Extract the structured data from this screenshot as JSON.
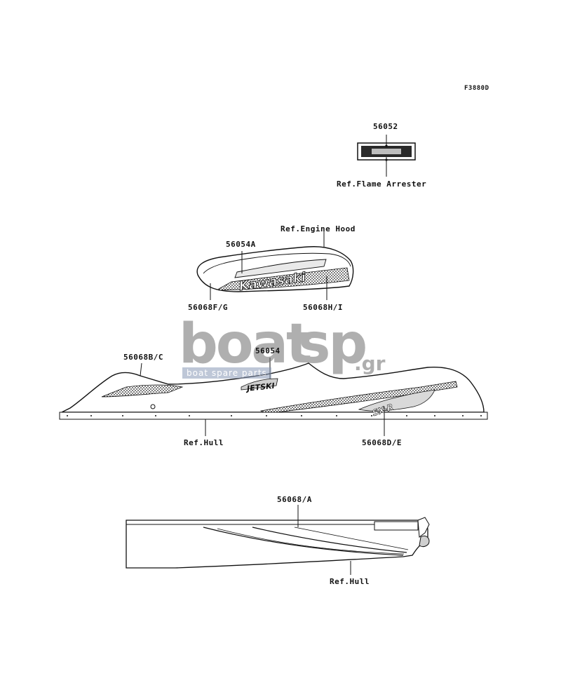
{
  "diagram_code": "F3880D",
  "labels": {
    "flame_part": "56052",
    "flame_ref": "Ref.Flame Arrester",
    "hood_ref": "Ref.Engine Hood",
    "hood_logo_part": "56054A",
    "hood_left_part": "56068F/G",
    "hood_right_part": "56068H/I",
    "hull_front_part": "56068B/C",
    "hull_logo_part": "56054",
    "hull_ref": "Ref.Hull",
    "hull_side_part": "56068D/E",
    "bottom_part": "56068/A",
    "bottom_ref": "Ref.Hull"
  },
  "decals": {
    "hood_brand": "Kawasaki",
    "hull_brand": "JETSKI",
    "hull_model": "SX-R"
  },
  "watermark": {
    "main_a": "boat",
    "main_b": "sp",
    "suffix": ".gr",
    "tagline": "boat spare parts"
  }
}
